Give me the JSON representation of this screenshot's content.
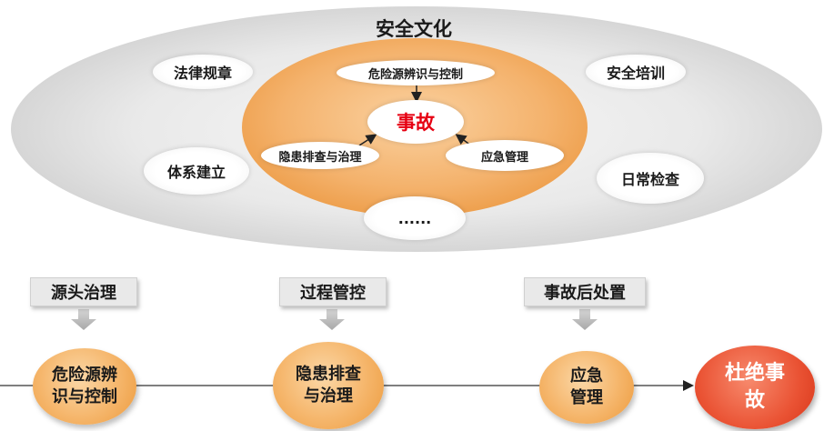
{
  "culture": {
    "title": "安全文化",
    "items": [
      "法律规章",
      "安全培训",
      "体系建立",
      "日常检查"
    ],
    "center": "事故",
    "inner_items": [
      "危险源辨识与控制",
      "隐患排查与治理",
      "应急管理"
    ],
    "more": "......"
  },
  "flow": {
    "stages": [
      {
        "header": "源头治理",
        "label_line1": "危险源辨",
        "label_line2": "识与控制"
      },
      {
        "header": "过程管控",
        "label_line1": "隐患排查",
        "label_line2": "与治理"
      },
      {
        "header": "事故后处置",
        "label_line1": "应急",
        "label_line2": "管理"
      }
    ],
    "goal_line1": "杜绝事",
    "goal_line2": "故"
  },
  "colors": {
    "accent_red": "#e8432a",
    "orange": "#f5b56a",
    "center_text": "#e60012"
  }
}
